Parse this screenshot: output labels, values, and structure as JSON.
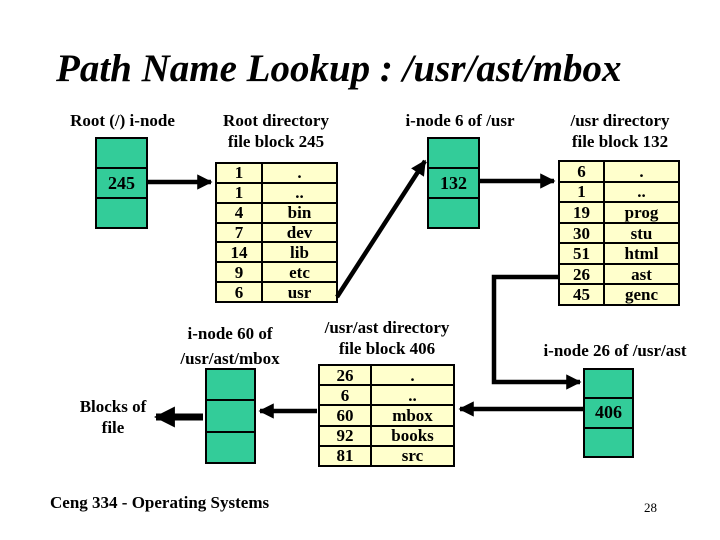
{
  "slide": {
    "title": "Path Name Lookup : /usr/ast/mbox",
    "footer": "Ceng 334 - Operating Systems",
    "page_number": "28"
  },
  "colors": {
    "inode_fill": "#33CC99",
    "dir_fill": "#FFFFCC",
    "line": "#000000"
  },
  "inodes": {
    "root": {
      "label": "Root (/) i-node",
      "value": "245"
    },
    "usr": {
      "label": "i-node 6 of /usr",
      "value": "132"
    },
    "ast": {
      "label": "i-node 26 of /usr/ast",
      "value": "406"
    },
    "mbox": {
      "label_line1": "i-node 60 of",
      "label_line2": "/usr/ast/mbox",
      "value": ""
    }
  },
  "directories": {
    "root": {
      "title_line1": "Root directory",
      "title_line2": "file block 245",
      "entries": [
        {
          "inode": "1",
          "name": "."
        },
        {
          "inode": "1",
          "name": ".."
        },
        {
          "inode": "4",
          "name": "bin"
        },
        {
          "inode": "7",
          "name": "dev"
        },
        {
          "inode": "14",
          "name": "lib"
        },
        {
          "inode": "9",
          "name": "etc"
        },
        {
          "inode": "6",
          "name": "usr"
        }
      ]
    },
    "usr": {
      "title_line1": "/usr directory",
      "title_line2": "file block 132",
      "entries": [
        {
          "inode": "6",
          "name": "."
        },
        {
          "inode": "1",
          "name": ".."
        },
        {
          "inode": "19",
          "name": "prog"
        },
        {
          "inode": "30",
          "name": "stu"
        },
        {
          "inode": "51",
          "name": "html"
        },
        {
          "inode": "26",
          "name": "ast"
        },
        {
          "inode": "45",
          "name": "genc"
        }
      ]
    },
    "ast": {
      "title_line1": "/usr/ast directory",
      "title_line2": "file block 406",
      "entries": [
        {
          "inode": "26",
          "name": "."
        },
        {
          "inode": "6",
          "name": ".."
        },
        {
          "inode": "60",
          "name": "mbox"
        },
        {
          "inode": "92",
          "name": "books"
        },
        {
          "inode": "81",
          "name": "src"
        }
      ]
    }
  },
  "annotations": {
    "blocks_of_file_line1": "Blocks of",
    "blocks_of_file_line2": "file"
  }
}
